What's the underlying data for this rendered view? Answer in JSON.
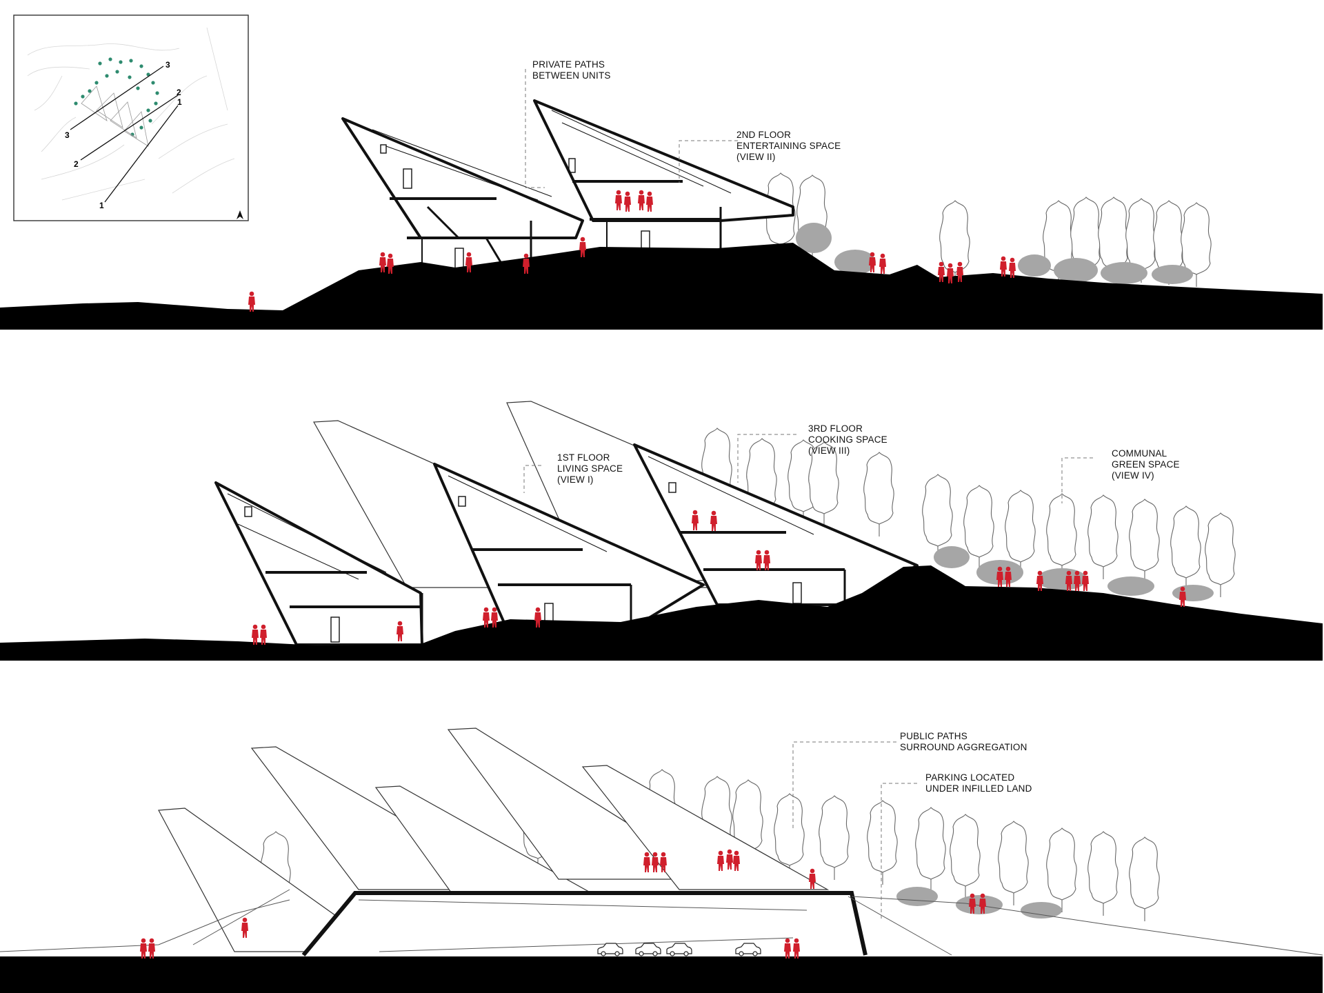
{
  "palette": {
    "ground": "#000000",
    "people": "#d01f2c",
    "shrubs": "#a6a6a6",
    "linework": "#222222",
    "leader": "#777777",
    "key_trees": "#2e8b6f"
  },
  "key_plan": {
    "labels": [
      {
        "num": "3",
        "position": "start"
      },
      {
        "num": "3",
        "position": "end"
      },
      {
        "num": "2",
        "position": "start"
      },
      {
        "num": "2",
        "position": "end"
      },
      {
        "num": "1",
        "position": "start"
      },
      {
        "num": "1",
        "position": "end"
      }
    ],
    "north_icon": "north-arrow-icon"
  },
  "sections": [
    {
      "id": "3",
      "label": "3",
      "annotations": [
        {
          "id": "private-paths",
          "text": "PRIVATE PATHS\nBETWEEN UNITS"
        },
        {
          "id": "entertaining-space",
          "text": "2ND FLOOR\nENTERTAINING SPACE\n(VIEW II)"
        }
      ]
    },
    {
      "id": "2",
      "label": "2",
      "annotations": [
        {
          "id": "cooking-space",
          "text": "3RD FLOOR\nCOOKING SPACE\n(VIEW III)"
        },
        {
          "id": "living-space",
          "text": "1ST FLOOR\nLIVING SPACE\n(VIEW I)"
        },
        {
          "id": "communal-green",
          "text": "COMMUNAL\nGREEN SPACE\n(VIEW IV)"
        }
      ]
    },
    {
      "id": "1",
      "label": "1",
      "annotations": [
        {
          "id": "public-paths",
          "text": "PUBLIC PATHS\nSURROUND AGGREGATION"
        },
        {
          "id": "parking",
          "text": "PARKING LOCATED\nUNDER INFILLED LAND"
        }
      ]
    }
  ]
}
